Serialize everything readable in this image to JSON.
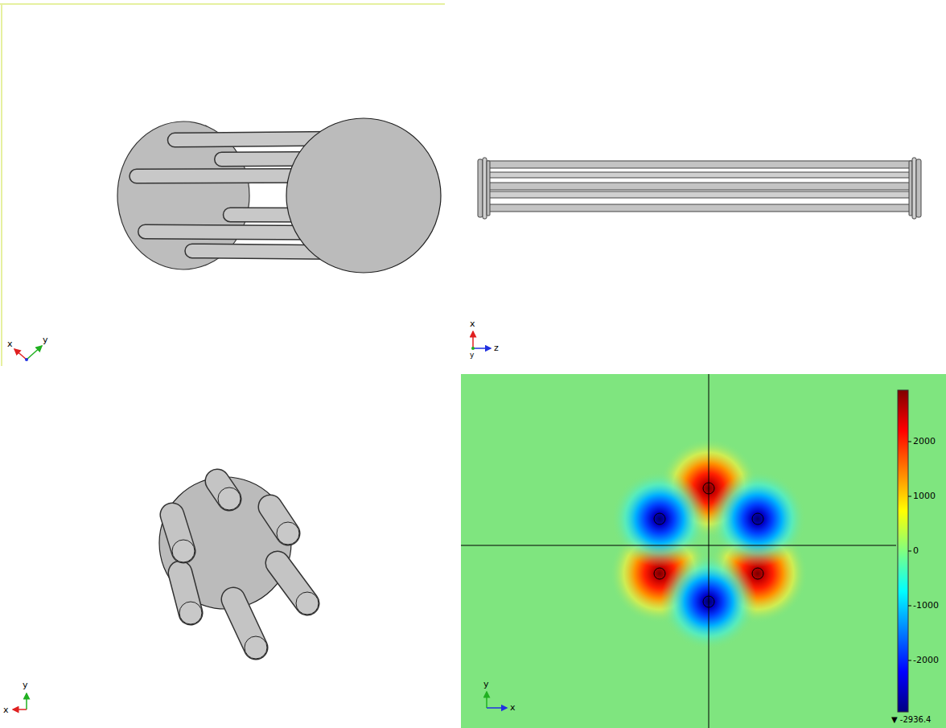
{
  "diagram": {
    "labels": [
      "x",
      "y",
      "x",
      "z",
      "y",
      "y",
      "x",
      "2000",
      "1000",
      "0",
      "-1000",
      "-2000",
      "▼ -2936.4",
      "y",
      "x"
    ]
  }
}
